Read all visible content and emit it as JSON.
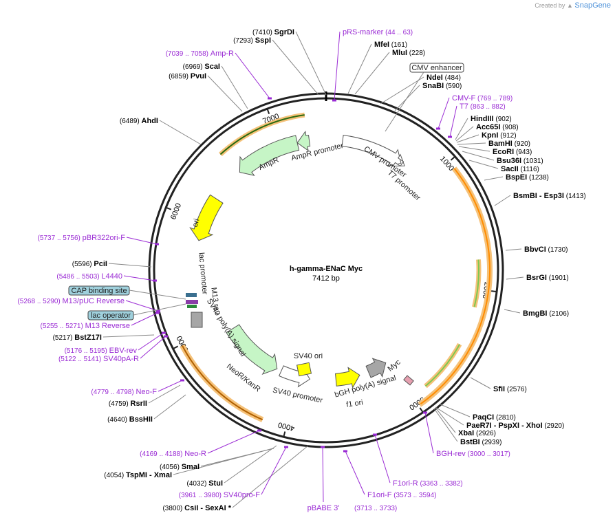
{
  "credit": {
    "prefix": "Created by",
    "brand": "SnapGene"
  },
  "plasmid": {
    "name": "h-gamma-ENaC Myc",
    "size": "7412 bp",
    "length": 7412
  },
  "ticks": [
    {
      "bp": 1000,
      "label": "1000"
    },
    {
      "bp": 2000,
      "label": "2000"
    },
    {
      "bp": 3000,
      "label": "3000"
    },
    {
      "bp": 4000,
      "label": "4000"
    },
    {
      "bp": 5000,
      "label": "5000"
    },
    {
      "bp": 6000,
      "label": "6000"
    },
    {
      "bp": 7000,
      "label": "7000"
    }
  ],
  "enzymes": [
    {
      "name": "SgrDI",
      "pos": "(7410)"
    },
    {
      "name": "SspI",
      "pos": "(7293)"
    },
    {
      "name": "ScaI",
      "pos": "(6969)"
    },
    {
      "name": "PvuI",
      "pos": "(6859)"
    },
    {
      "name": "AhdI",
      "pos": "(6489)"
    },
    {
      "name": "PciI",
      "pos": "(5596)"
    },
    {
      "name": "BstZ17I",
      "pos": "(5217)"
    },
    {
      "name": "RsrII",
      "pos": "(4759)"
    },
    {
      "name": "BssHII",
      "pos": "(4640)"
    },
    {
      "name": "SmaI",
      "pos": "(4056)"
    },
    {
      "name": "TspMI - XmaI",
      "pos": "(4054)"
    },
    {
      "name": "StuI",
      "pos": "(4032)"
    },
    {
      "name": "CsiI - SexAI *",
      "pos": "(3800)"
    },
    {
      "name": "MfeI",
      "pos": "(161)"
    },
    {
      "name": "MluI",
      "pos": "(228)"
    },
    {
      "name": "NdeI",
      "pos": "(484)"
    },
    {
      "name": "SnaBI",
      "pos": "(590)"
    },
    {
      "name": "HindIII",
      "pos": "(902)"
    },
    {
      "name": "Acc65I",
      "pos": "(908)"
    },
    {
      "name": "KpnI",
      "pos": "(912)"
    },
    {
      "name": "BamHI",
      "pos": "(920)"
    },
    {
      "name": "EcoRI",
      "pos": "(943)"
    },
    {
      "name": "Bsu36I",
      "pos": "(1031)"
    },
    {
      "name": "SacII",
      "pos": "(1116)"
    },
    {
      "name": "BspEI",
      "pos": "(1238)"
    },
    {
      "name": "BsmBI - Esp3I",
      "pos": "(1413)"
    },
    {
      "name": "BbvCI",
      "pos": "(1730)"
    },
    {
      "name": "BsrGI",
      "pos": "(1901)"
    },
    {
      "name": "BmgBI",
      "pos": "(2106)"
    },
    {
      "name": "SfiI",
      "pos": "(2576)"
    },
    {
      "name": "PaqCI",
      "pos": "(2810)"
    },
    {
      "name": "PaeR7I - PspXI - XhoI",
      "pos": "(2920)"
    },
    {
      "name": "XbaI",
      "pos": "(2926)"
    },
    {
      "name": "BstBI",
      "pos": "(2939)"
    }
  ],
  "primers": [
    {
      "name": "pRS-marker",
      "range": "(44 .. 63)"
    },
    {
      "name": "Amp-R",
      "range": "(7039 .. 7058)"
    },
    {
      "name": "CMV-F",
      "range": "(769 .. 789)"
    },
    {
      "name": "T7",
      "range": "(863 .. 882)"
    },
    {
      "name": "pBR322ori-F",
      "range": "(5737 .. 5756)"
    },
    {
      "name": "L4440",
      "range": "(5486 .. 5503)"
    },
    {
      "name": "M13/pUC Reverse",
      "range": "(5268 .. 5290)"
    },
    {
      "name": "M13 Reverse",
      "range": "(5255 .. 5271)"
    },
    {
      "name": "EBV-rev",
      "range": "(5176 .. 5195)"
    },
    {
      "name": "SV40pA-R",
      "range": "(5122 .. 5141)"
    },
    {
      "name": "Neo-F",
      "range": "(4779 .. 4798)"
    },
    {
      "name": "Neo-R",
      "range": "(4169 .. 4188)"
    },
    {
      "name": "SV40pro-F",
      "range": "(3961 .. 3980)"
    },
    {
      "name": "pBABE 3'",
      "range": "(3713 .. 3733)"
    },
    {
      "name": "F1ori-F",
      "range": "(3573 .. 3594)"
    },
    {
      "name": "F1ori-R",
      "range": "(3363 .. 3382)"
    },
    {
      "name": "BGH-rev",
      "range": "(3000 .. 3017)"
    }
  ],
  "boxed_features": [
    {
      "name": "CMV enhancer"
    },
    {
      "name": "CAP binding site"
    },
    {
      "name": "lac operator"
    }
  ],
  "features": [
    {
      "name": "AmpR promoter"
    },
    {
      "name": "AmpR"
    },
    {
      "name": "ori"
    },
    {
      "name": "CMV promoter"
    },
    {
      "name": "T7 promoter"
    },
    {
      "name": "lac promoter"
    },
    {
      "name": "M13 rev"
    },
    {
      "name": "SV40 poly(A) signal"
    },
    {
      "name": "NeoR/KanR"
    },
    {
      "name": "SV40 promoter"
    },
    {
      "name": "SV40 ori"
    },
    {
      "name": "f1 ori"
    },
    {
      "name": "bGH poly(A) signal"
    },
    {
      "name": "Myc"
    }
  ],
  "colors": {
    "backbone": "#222222",
    "primer": "#9a2bd4",
    "orf_highlight": "#f5c27a",
    "orf_arrow": "#ff8c00",
    "orf_green": "#7ec850",
    "promoter_fill": "#ffffff",
    "resistance_fill": "#c6f5c6",
    "ori_fill": "#ffff00",
    "polyA_fill": "#a6a6a6",
    "boxed_feature_fill": "#9fd0dc"
  }
}
